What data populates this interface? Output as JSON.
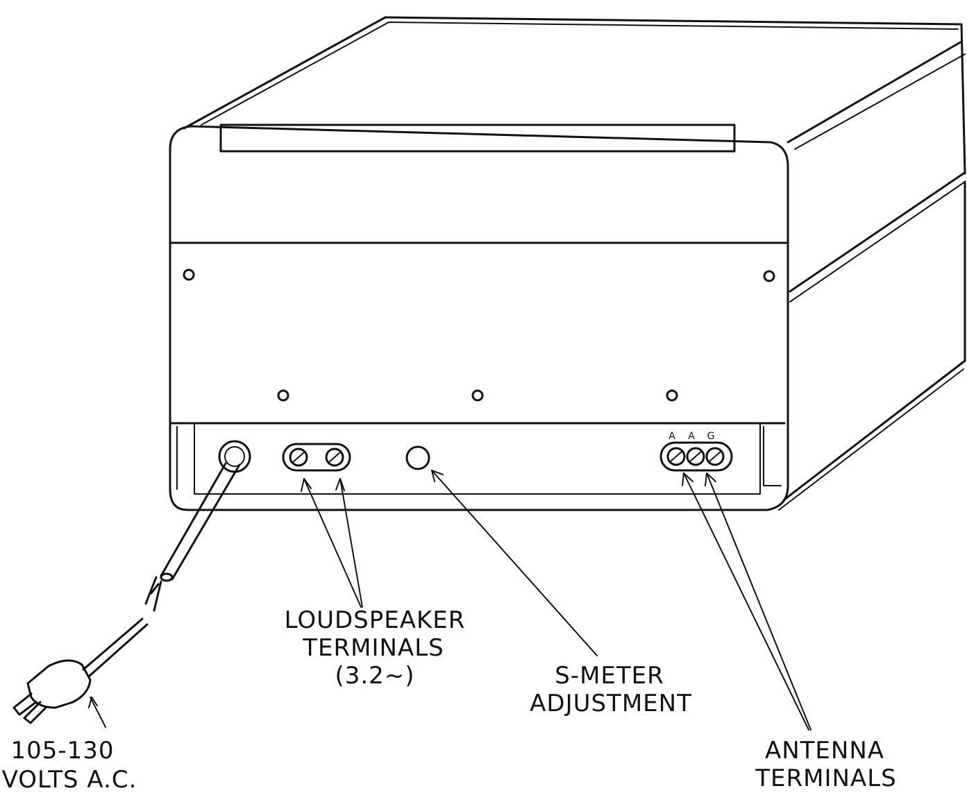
{
  "labels": {
    "loudspeaker": {
      "line1": "LOUDSPEAKER",
      "line2": "TERMINALS",
      "line3": "(3.2~)"
    },
    "smeter": {
      "line1": "S-METER",
      "line2": "ADJUSTMENT"
    },
    "power": {
      "line1": "105-130",
      "line2": "VOLTS A.C."
    },
    "antenna": {
      "line1": "ANTENNA",
      "line2": "TERMINALS",
      "marks": [
        "A",
        "A",
        "G"
      ]
    }
  },
  "colors": {
    "ink": "#111111",
    "paper": "#ffffff"
  }
}
